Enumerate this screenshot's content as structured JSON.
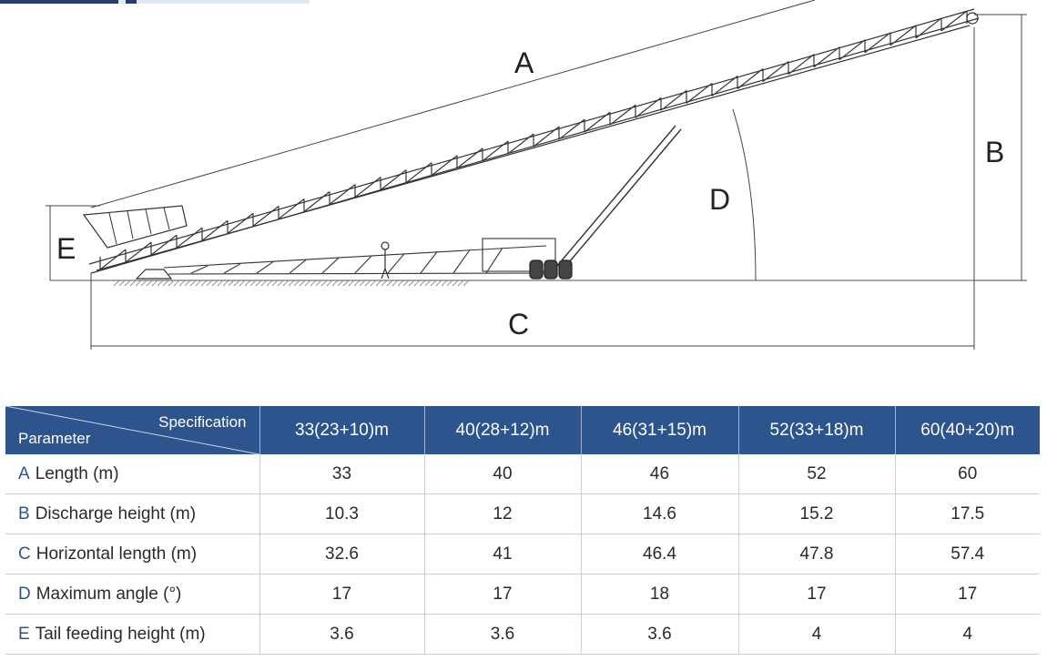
{
  "diagram": {
    "labels": {
      "a": "A",
      "b": "B",
      "c": "C",
      "d": "D",
      "e": "E"
    }
  },
  "table": {
    "corner": {
      "specification": "Specification",
      "parameter": "Parameter"
    },
    "columns": [
      "33(23+10)m",
      "40(28+12)m",
      "46(31+15)m",
      "52(33+18)m",
      "60(40+20)m"
    ],
    "rows": [
      {
        "letter": "A",
        "name": "Length (m)",
        "values": [
          "33",
          "40",
          "46",
          "52",
          "60"
        ]
      },
      {
        "letter": "B",
        "name": "Discharge height (m)",
        "values": [
          "10.3",
          "12",
          "14.6",
          "15.2",
          "17.5"
        ]
      },
      {
        "letter": "C",
        "name": "Horizontal length (m)",
        "values": [
          "32.6",
          "41",
          "46.4",
          "47.8",
          "57.4"
        ]
      },
      {
        "letter": "D",
        "name": "Maximum angle (°)",
        "values": [
          "17",
          "17",
          "18",
          "17",
          "17"
        ]
      },
      {
        "letter": "E",
        "name": "Tail feeding height (m)",
        "values": [
          "3.6",
          "3.6",
          "3.6",
          "4",
          "4"
        ]
      }
    ]
  }
}
